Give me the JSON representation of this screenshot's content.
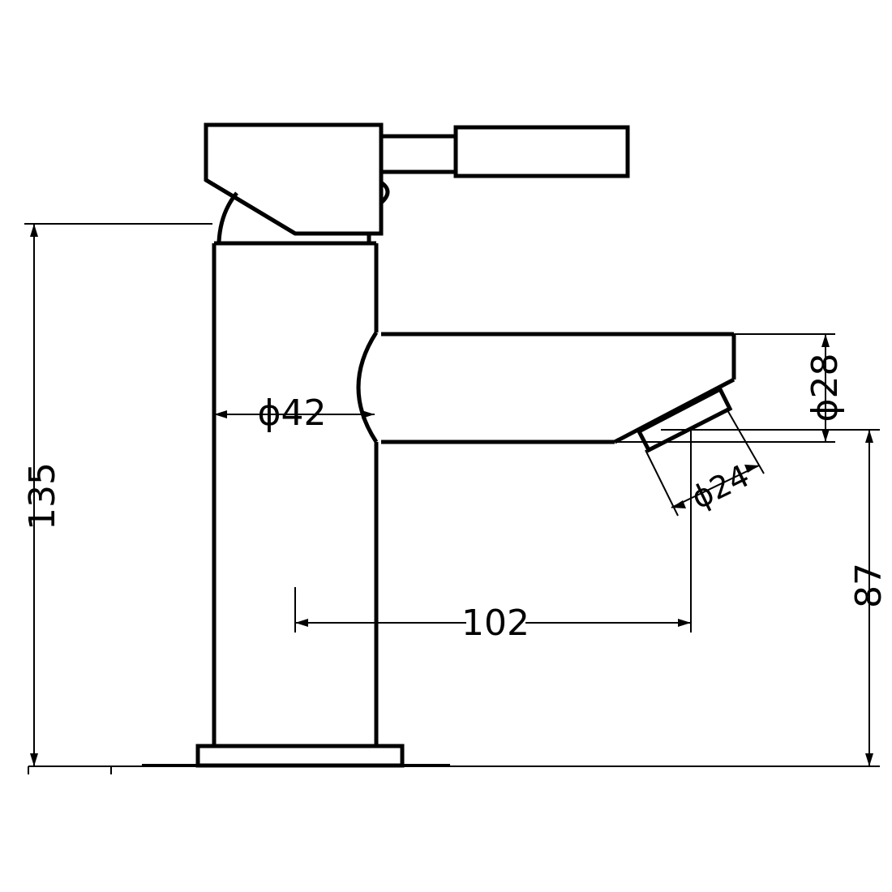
{
  "dimensions": {
    "overall_height": "135",
    "body_diameter": "ϕ42",
    "spout_diameter": "ϕ28",
    "outlet_diameter": "ϕ24",
    "spout_reach": "102",
    "spout_height": "87"
  },
  "colors": {
    "line": "#000000",
    "background": "#ffffff"
  }
}
